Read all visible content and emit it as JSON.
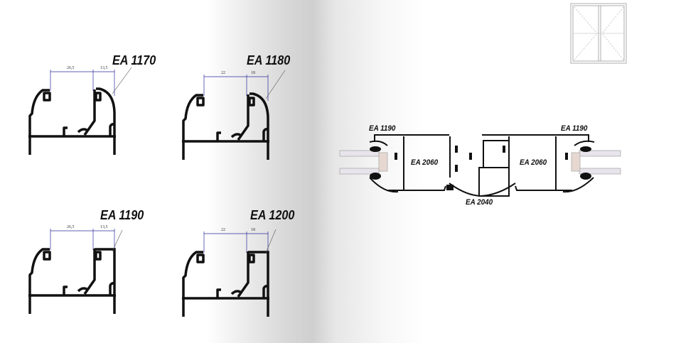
{
  "profiles": [
    {
      "code": "EA 1170",
      "dims": [
        "26,5",
        "13,5"
      ],
      "cap": "rounded"
    },
    {
      "code": "EA 1180",
      "dims": [
        "22",
        "18"
      ],
      "cap": "rounded"
    },
    {
      "code": "EA 1190",
      "dims": [
        "26,5",
        "13,5"
      ],
      "cap": "square"
    },
    {
      "code": "EA 1200",
      "dims": [
        "22",
        "18"
      ],
      "cap": "square"
    }
  ],
  "assembly": {
    "left_bead": "EA 1190",
    "right_bead": "EA 1190",
    "left_sash": "EA 2060",
    "right_sash": "EA 2060",
    "mullion": "EA 2040"
  },
  "window_thumbnail": "double-casement-window-icon"
}
